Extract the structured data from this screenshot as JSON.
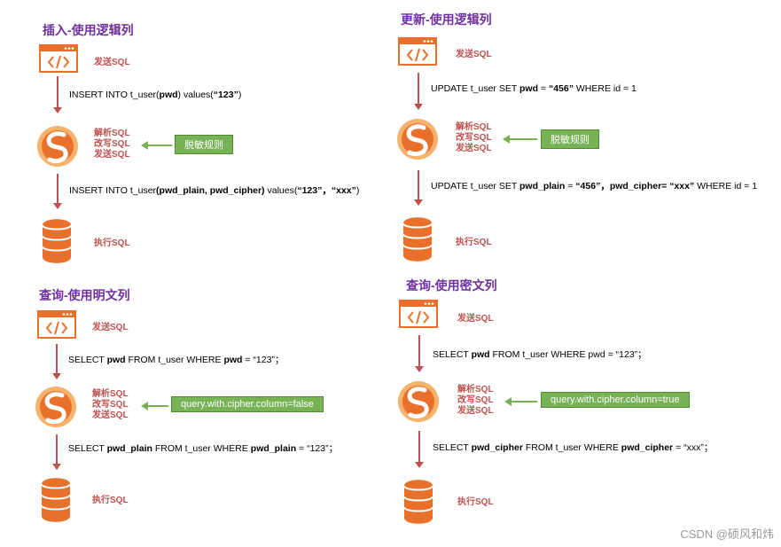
{
  "labels": {
    "send_sql": "发送SQL",
    "parse_sql": "解析SQL",
    "rewrite_sql": "改写SQL",
    "dispatch_sql": "发送SQL",
    "execute_sql": "执行SQL"
  },
  "colors": {
    "title": "#7030a0",
    "accent": "#c0504d",
    "green": "#77b255",
    "orange": "#e9702a"
  },
  "panels": {
    "insert": {
      "title": "插入-使用逻辑列",
      "sql1": {
        "pre": "INSERT INTO t_user(",
        "b1": "pwd",
        "mid": ") values(",
        "b2": "“123”",
        "post": ")"
      },
      "rule": "脱敏规则",
      "sql2": {
        "pre": "INSERT INTO t_user",
        "b1": "(pwd_plain, pwd_cipher)",
        "mid": " values(",
        "b2": "“123”，“xxx”",
        "post": ")"
      }
    },
    "update": {
      "title": "更新-使用逻辑列",
      "sql1": {
        "pre": "UPDATE t_user SET ",
        "b1": "pwd",
        "mid": " = ",
        "b2": "“456”",
        "post": " WHERE id = 1"
      },
      "rule": "脱敏规则",
      "sql2": {
        "pre": "UPDATE t_user SET ",
        "b1": "pwd_plain",
        "mid": " = ",
        "b2": "“456”，pwd_cipher= “xxx”",
        "post": "  WHERE id = 1"
      }
    },
    "query_plain": {
      "title": "查询-使用明文列",
      "sql1": {
        "pre": "SELECT ",
        "b1": "pwd",
        "mid": " FROM t_user WHERE ",
        "b2": "pwd",
        "post": " =  “123”；"
      },
      "rule": "query.with.cipher.column=false",
      "sql2": {
        "pre": "SELECT ",
        "b1": "pwd_plain",
        "mid": " FROM t_user WHERE ",
        "b2": "pwd_plain",
        "post": " =  “123”；"
      }
    },
    "query_cipher": {
      "title": "查询-使用密文列",
      "sql1": {
        "pre": "SELECT ",
        "b1": "pwd",
        "mid": " FROM t_user WHERE pwd = ",
        "b2": "",
        "post": " “123”；"
      },
      "rule": "query.with.cipher.column=true",
      "sql2": {
        "pre": "SELECT ",
        "b1": "pwd_cipher",
        "mid": " FROM t_user WHERE ",
        "b2": "pwd_cipher",
        "post": " =  “xxx”；"
      }
    }
  },
  "watermark": "CSDN @硕风和炜"
}
